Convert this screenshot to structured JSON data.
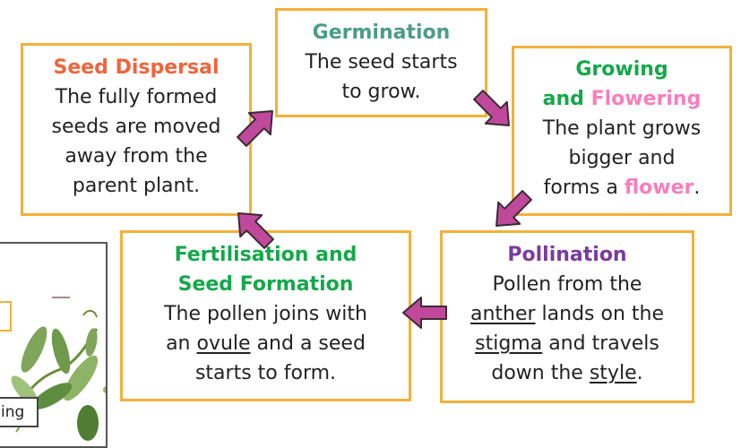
{
  "germination": {
    "title": "Germination",
    "text": "The seed starts to grow."
  },
  "seed_dispersal": {
    "title": "Seed Dispersal",
    "lines": [
      "The fully formed",
      "seeds are moved",
      "away from the",
      "parent plant."
    ]
  },
  "growing": {
    "title_1": "Growing",
    "title_2a": "and",
    "title_2b": "Flowering",
    "lines": [
      "The plant grows",
      "bigger and"
    ],
    "line3_text": "forms a",
    "line3_flower": "flower",
    "line3_end": "."
  },
  "pollination": {
    "title": "Pollination",
    "line1": "Pollen from the",
    "anther": "anther",
    "line2_rest": "lands on the",
    "stigma": "stigma",
    "line3_rest": "and travels",
    "line4_text": "down the",
    "style": "style",
    "line4_end": "."
  },
  "fertilisation": {
    "title_1a": "Fertilisation",
    "title_1b": "and",
    "title_2": "Seed Formation",
    "line1": "The pollen joins with",
    "line2_a": "an",
    "ovule": "ovule",
    "line2_b": "and a seed",
    "line3": "starts to form."
  },
  "side_image": {
    "label_fragment": "ing"
  },
  "colors": {
    "border": "#f3b13a",
    "arrow": "#c1499b",
    "teal": "#4b9d86",
    "orange": "#f0643c",
    "green": "#14a84a",
    "pink": "#f77fbb",
    "purple": "#7c3b9c"
  }
}
